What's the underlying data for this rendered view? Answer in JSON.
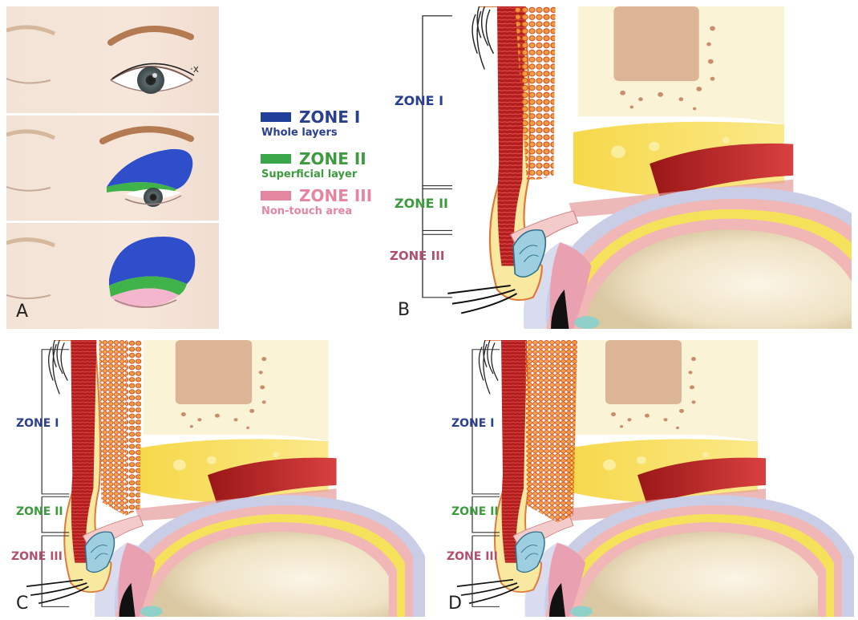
{
  "colors": {
    "zone1": "#1f3f9a",
    "zone2": "#3aa64a",
    "zone3": "#e4869f",
    "zone1_text": "#2a3f8f",
    "zone2_text": "#3d9a3f",
    "zone3_text": "#b0506a"
  },
  "legend": {
    "zone1": {
      "title": "ZONE I",
      "subtitle": "Whole layers"
    },
    "zone2": {
      "title": "ZONE II",
      "subtitle": "Superficial layer"
    },
    "zone3": {
      "title": "ZONE III",
      "subtitle": "Non-touch area"
    }
  },
  "panel_a": {
    "letter": "A",
    "marker": "·x"
  },
  "panel_b": {
    "letter": "B",
    "zone1": "ZONE I",
    "zone2": "ZONE II",
    "zone3": "ZONE III"
  },
  "panel_c": {
    "letter": "C",
    "zone1": "ZONE I",
    "zone2": "ZONE II",
    "zone3": "ZONE III"
  },
  "panel_d": {
    "letter": "D",
    "zone1": "ZONE I",
    "zone2": "ZONE II",
    "zone3": "ZONE III"
  }
}
